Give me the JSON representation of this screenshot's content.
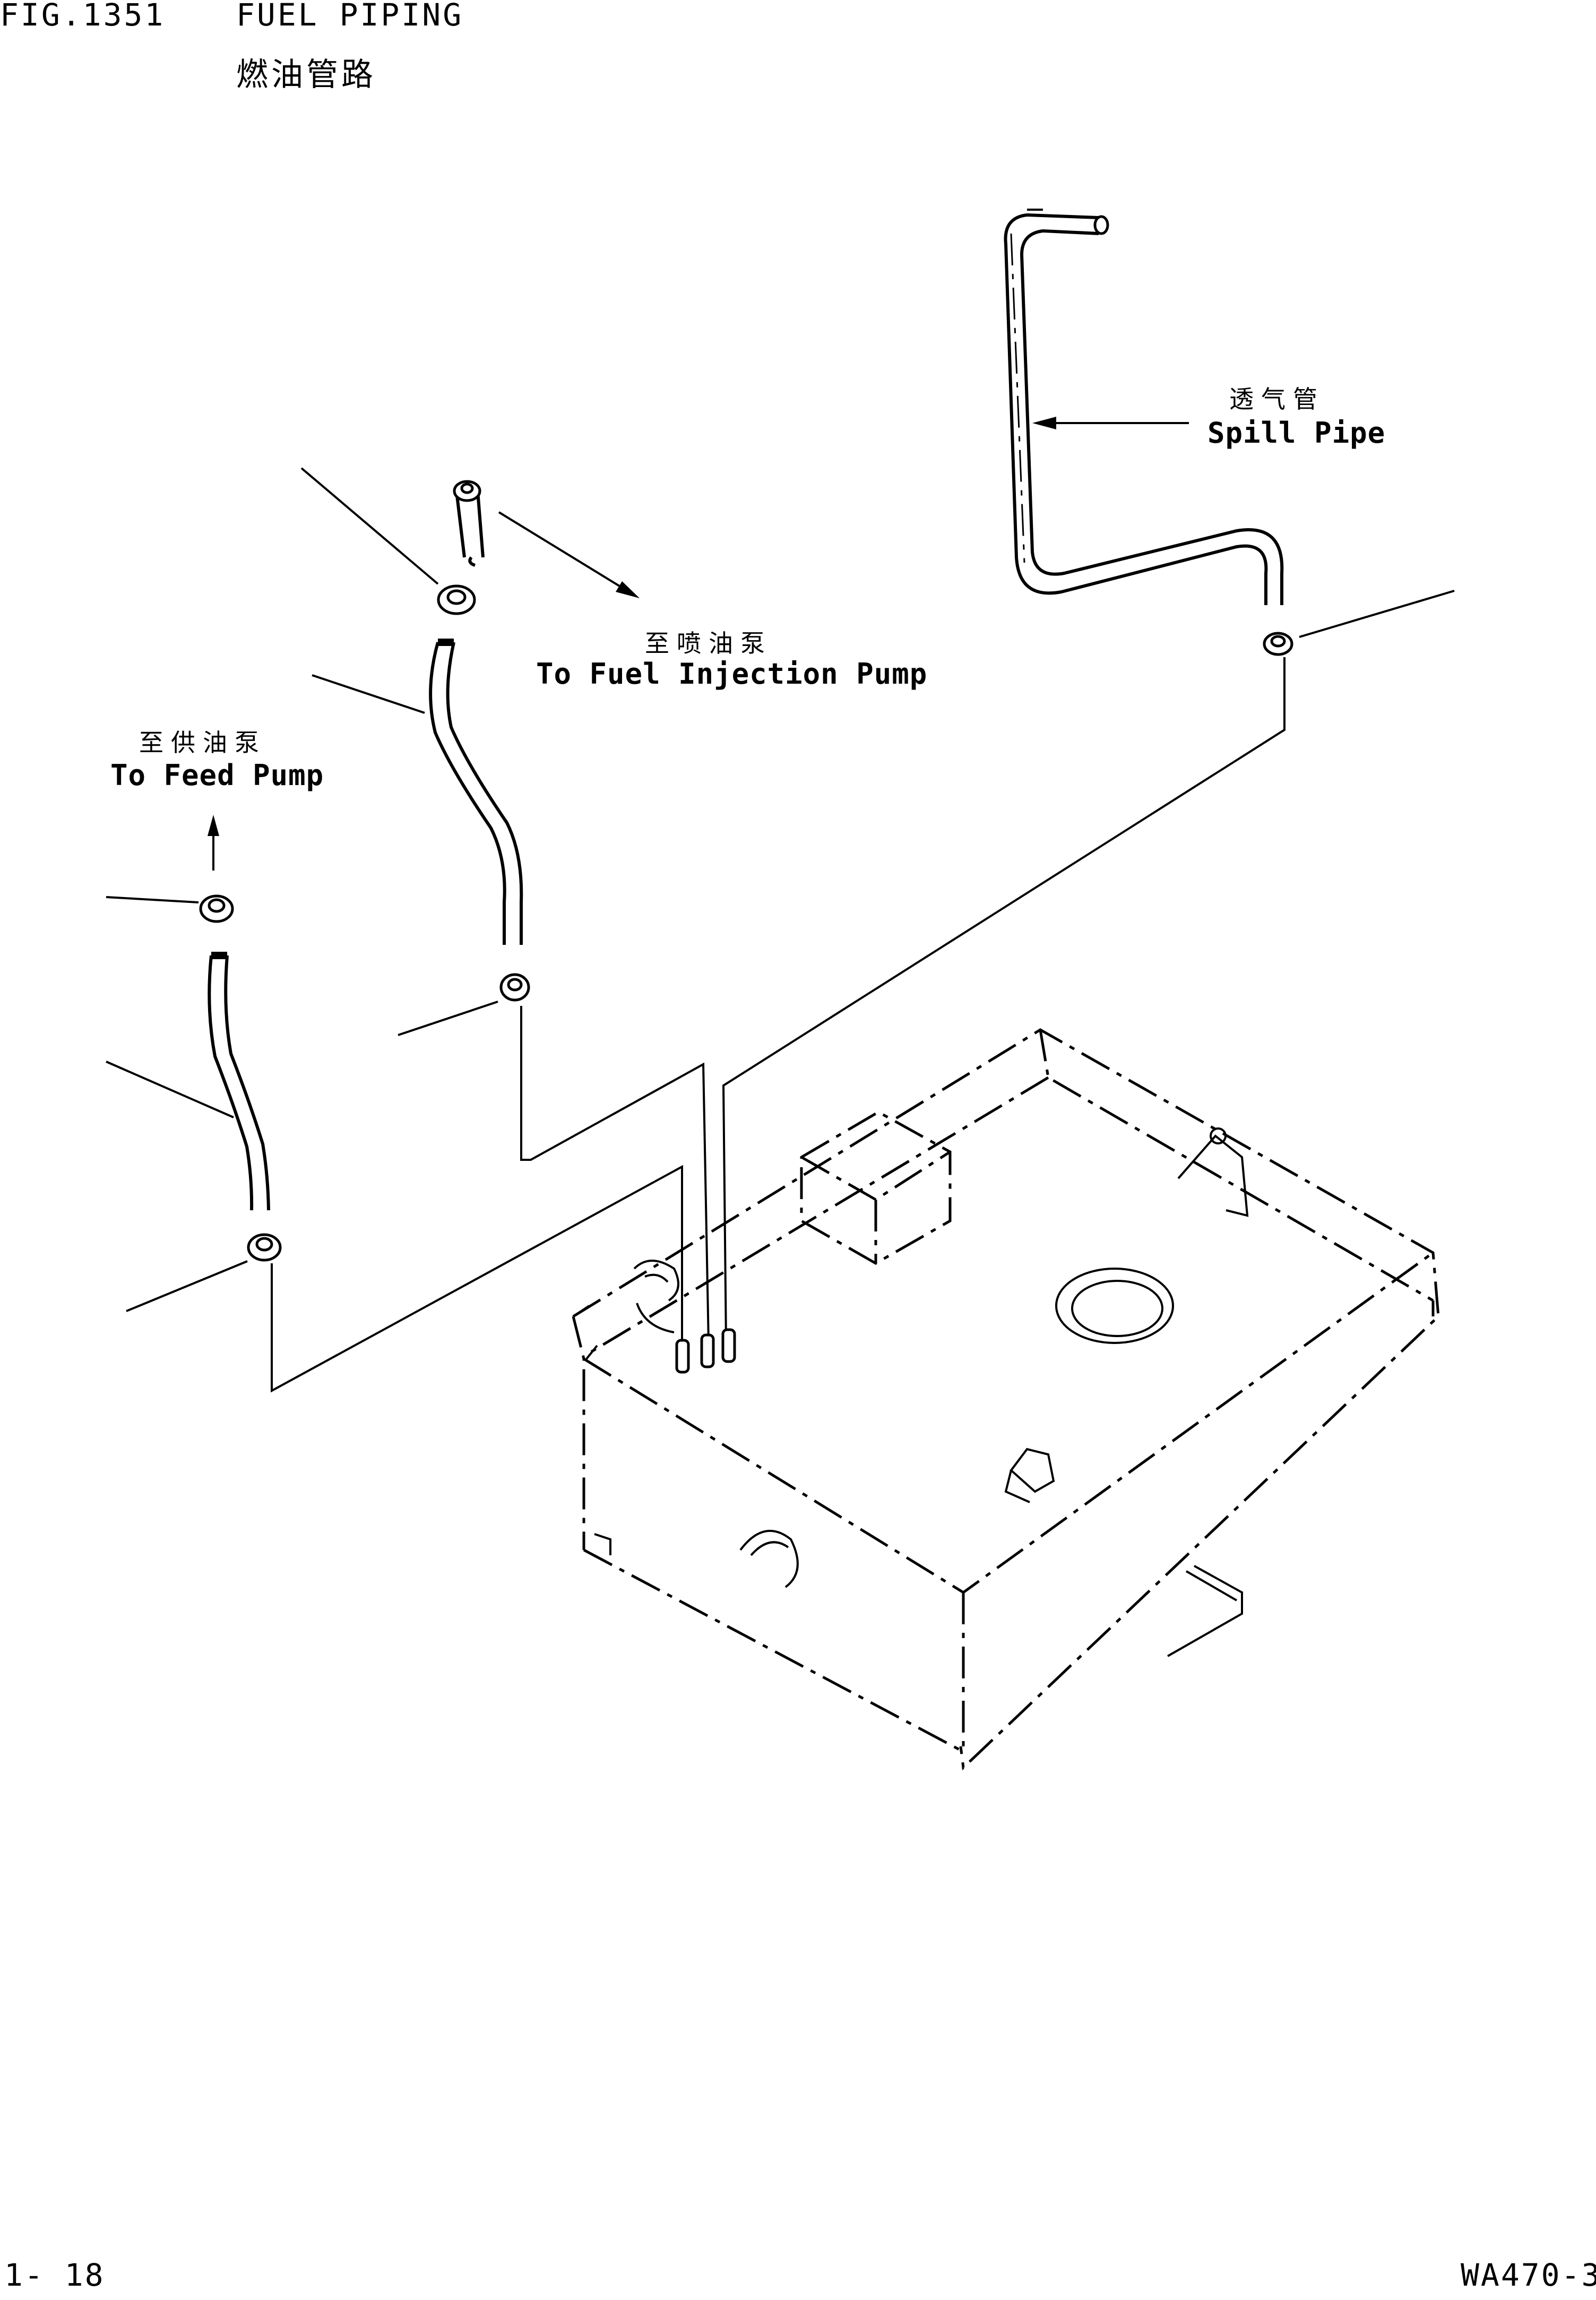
{
  "header": {
    "fig_number": "FIG.1351",
    "title_en": "FUEL PIPING",
    "title_cn": "燃油管路"
  },
  "labels": {
    "spill_pipe_cn": "透气管",
    "spill_pipe_en": "Spill Pipe",
    "injection_pump_cn": "至喷油泵",
    "injection_pump_en": "To Fuel Injection Pump",
    "feed_pump_cn": "至供油泵",
    "feed_pump_en": "To Feed Pump"
  },
  "footer": {
    "page_number": "1- 18",
    "model": "WA470-3"
  }
}
